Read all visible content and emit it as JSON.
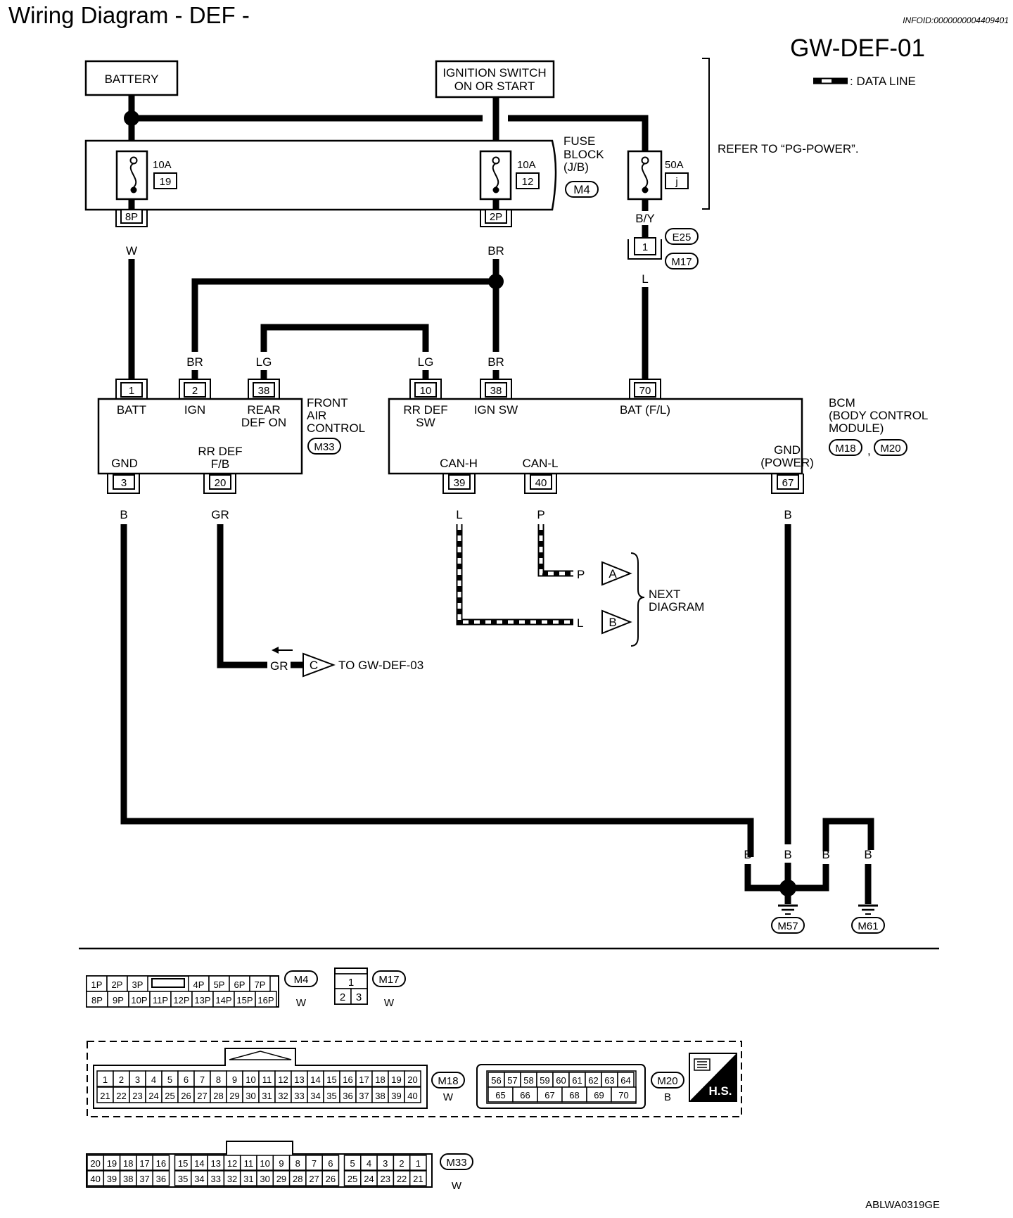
{
  "header": {
    "title": "Wiring Diagram - DEF -",
    "infoid": "INFOID:0000000004409401",
    "diagram_code": "GW-DEF-01",
    "legend_label": ": DATA LINE"
  },
  "power": {
    "battery": "BATTERY",
    "ignition_line1": "IGNITION SWITCH",
    "ignition_line2": "ON OR START",
    "refer_text": "REFER TO “PG-POWER”."
  },
  "fuse_block": {
    "label_line1": "FUSE",
    "label_line2": "BLOCK",
    "label_line3": "(J/B)",
    "connector": "M4",
    "fuses": [
      {
        "amp": "10A",
        "number": "19",
        "terminal": "8P"
      },
      {
        "amp": "10A",
        "number": "12",
        "terminal": "2P"
      },
      {
        "amp": "50A",
        "number": "j",
        "terminal": ""
      }
    ]
  },
  "wires": {
    "w": "W",
    "br": "BR",
    "by": "B/Y",
    "l": "L",
    "lg": "LG",
    "b": "B",
    "gr": "GR",
    "p": "P"
  },
  "joint": {
    "terminal": "1",
    "connector_top": "E25",
    "connector_bottom": "M17"
  },
  "front_air_control": {
    "label_line1": "FRONT",
    "label_line2": "AIR",
    "label_line3": "CONTROL",
    "connector": "M33",
    "terminals_top": [
      {
        "num": "1",
        "name": "BATT"
      },
      {
        "num": "2",
        "name": "IGN"
      },
      {
        "num": "38",
        "name_line1": "REAR",
        "name_line2": "DEF ON"
      }
    ],
    "terminals_bottom": [
      {
        "num": "3",
        "name": "GND"
      },
      {
        "num": "20",
        "name_line1": "RR DEF",
        "name_line2": "F/B"
      }
    ]
  },
  "bcm": {
    "label_line1": "BCM",
    "label_line2": "(BODY CONTROL",
    "label_line3": "MODULE)",
    "connector_a": "M18",
    "connector_b": "M20",
    "separator": ",",
    "terminals_top": [
      {
        "num": "10",
        "name_line1": "RR DEF",
        "name_line2": "SW"
      },
      {
        "num": "38",
        "name": "IGN SW"
      },
      {
        "num": "70",
        "name": "BAT (F/L)"
      }
    ],
    "terminals_bottom": [
      {
        "num": "39",
        "name": "CAN-H"
      },
      {
        "num": "40",
        "name": "CAN-L"
      },
      {
        "num": "67",
        "name_line1": "GND",
        "name_line2": "(POWER)"
      }
    ]
  },
  "next": {
    "a": "A",
    "b": "B",
    "c": "C",
    "next_line1": "NEXT",
    "next_line2": "DIAGRAM",
    "to_text": "TO GW-DEF-03"
  },
  "grounds": {
    "m57": "M57",
    "m61": "M61"
  },
  "connectors": {
    "m4": {
      "name": "M4",
      "color": "W",
      "row1": [
        "1P",
        "2P",
        "3P",
        "",
        "4P",
        "5P",
        "6P",
        "7P"
      ],
      "row2": [
        "8P",
        "9P",
        "10P",
        "11P",
        "12P",
        "13P",
        "14P",
        "15P",
        "16P"
      ]
    },
    "m17": {
      "name": "M17",
      "color": "W",
      "top": "1",
      "bottom": [
        "2",
        "3"
      ]
    },
    "m18": {
      "name": "M18",
      "color": "W",
      "row1": [
        "1",
        "2",
        "3",
        "4",
        "5",
        "6",
        "7",
        "8",
        "9",
        "10",
        "11",
        "12",
        "13",
        "14",
        "15",
        "16",
        "17",
        "18",
        "19",
        "20"
      ],
      "row2": [
        "21",
        "22",
        "23",
        "24",
        "25",
        "26",
        "27",
        "28",
        "29",
        "30",
        "31",
        "32",
        "33",
        "34",
        "35",
        "36",
        "37",
        "38",
        "39",
        "40"
      ]
    },
    "m20": {
      "name": "M20",
      "color": "B",
      "row1": [
        "56",
        "57",
        "58",
        "59",
        "60",
        "61",
        "62",
        "63",
        "64"
      ],
      "row2": [
        "65",
        "66",
        "67",
        "68",
        "69",
        "70"
      ]
    },
    "m33": {
      "name": "M33",
      "color": "W",
      "row1": [
        "20",
        "19",
        "18",
        "17",
        "16",
        "15",
        "14",
        "13",
        "12",
        "11",
        "10",
        "9",
        "8",
        "7",
        "6",
        "5",
        "4",
        "3",
        "2",
        "1"
      ],
      "row2": [
        "40",
        "39",
        "38",
        "37",
        "36",
        "35",
        "34",
        "33",
        "32",
        "31",
        "30",
        "29",
        "28",
        "27",
        "26",
        "25",
        "24",
        "23",
        "22",
        "21"
      ]
    },
    "hs_label": "H.S."
  },
  "footer": {
    "figure_code": "ABLWA0319GE"
  }
}
